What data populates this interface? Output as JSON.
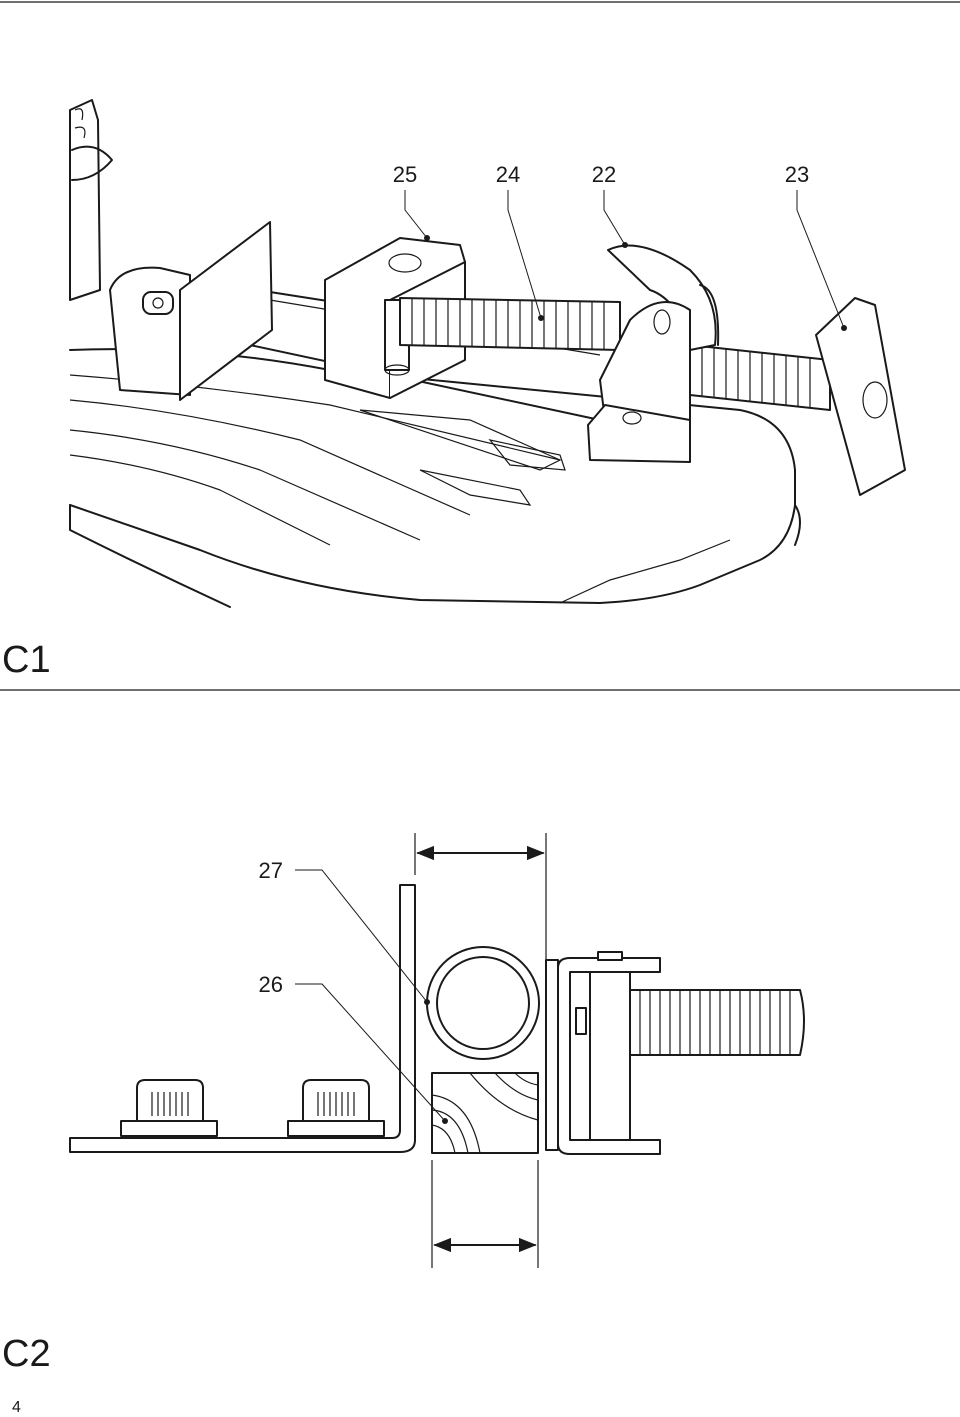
{
  "figure_c1": {
    "label": "C1",
    "callouts": [
      "25",
      "24",
      "22",
      "23"
    ]
  },
  "figure_c2": {
    "label": "C2",
    "callouts": [
      "27",
      "26"
    ]
  },
  "page_number": "4"
}
